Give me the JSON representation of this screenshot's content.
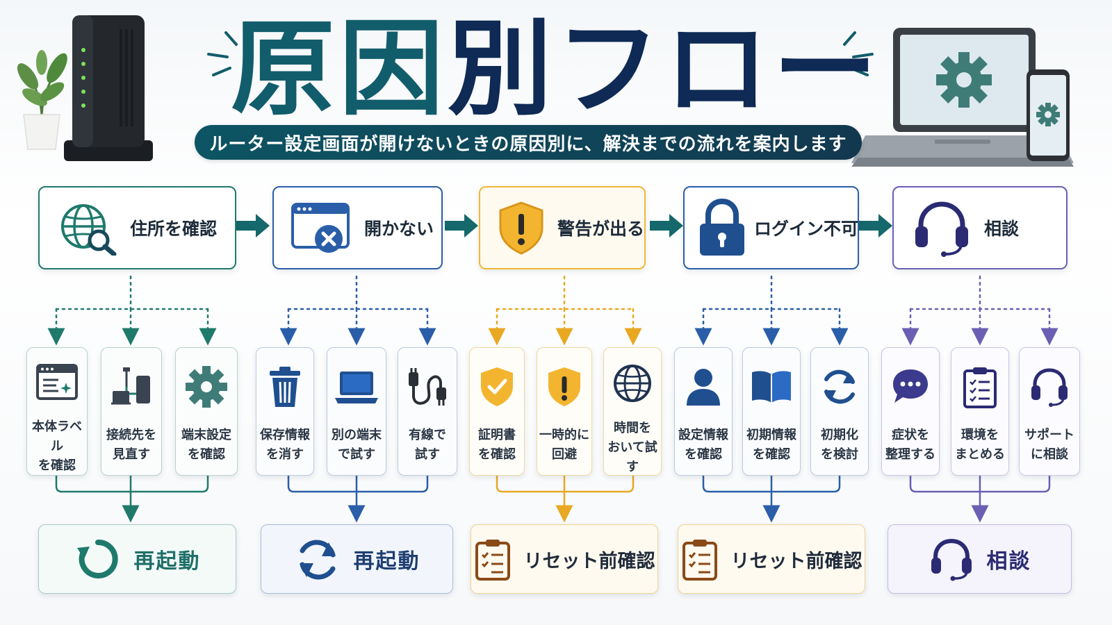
{
  "header": {
    "title_part1": "原因",
    "title_part2": "別フロー",
    "subtitle": "ルーター設定画面が開けないときの原因別に、解決までの流れを案内します"
  },
  "colors": {
    "teal": "#1f7a6c",
    "blue": "#2a5ea8",
    "gold": "#f0b838",
    "purple": "#6a5fb3",
    "navy": "#0e2a55"
  },
  "columns": [
    {
      "key": "teal",
      "top": {
        "label": "住所を確認",
        "icon": "globe-search-icon"
      },
      "subs": [
        {
          "label": "本体ラベル\nを確認",
          "icon": "label-window-icon"
        },
        {
          "label": "接続先を\n見直す",
          "icon": "router-cable-icon"
        },
        {
          "label": "端末設定\nを確認",
          "icon": "gear-icon"
        }
      ],
      "bottom": {
        "label": "再起動",
        "icon": "restart-icon"
      }
    },
    {
      "key": "blue",
      "top": {
        "label": "開かない",
        "icon": "browser-error-icon"
      },
      "subs": [
        {
          "label": "保存情報\nを消す",
          "icon": "trash-icon"
        },
        {
          "label": "別の端末\nで試す",
          "icon": "laptop-icon"
        },
        {
          "label": "有線で\n試す",
          "icon": "cable-plug-icon"
        }
      ],
      "bottom": {
        "label": "再起動",
        "icon": "refresh-icon"
      }
    },
    {
      "key": "gold",
      "top": {
        "label": "警告が出る",
        "icon": "warning-shield-icon"
      },
      "subs": [
        {
          "label": "証明書\nを確認",
          "icon": "shield-check-icon"
        },
        {
          "label": "一時的に\n回避",
          "icon": "shield-alert-icon"
        },
        {
          "label": "時間を\nおいて試す",
          "icon": "globe-icon"
        }
      ],
      "bottom": {
        "label": "リセット前確認",
        "icon": "checklist-icon"
      }
    },
    {
      "key": "navy",
      "top": {
        "label": "ログイン不可",
        "icon": "lock-icon"
      },
      "subs": [
        {
          "label": "設定情報\nを確認",
          "icon": "user-icon"
        },
        {
          "label": "初期情報\nを確認",
          "icon": "book-icon"
        },
        {
          "label": "初期化\nを検討",
          "icon": "sync-icon"
        }
      ],
      "bottom": {
        "label": "リセット前確認",
        "icon": "checklist-icon"
      }
    },
    {
      "key": "purp",
      "top": {
        "label": "相談",
        "icon": "headset-icon"
      },
      "subs": [
        {
          "label": "症状を\n整理する",
          "icon": "chat-bubble-icon"
        },
        {
          "label": "環境を\nまとめる",
          "icon": "clipboard-list-icon"
        },
        {
          "label": "サポート\nに相談",
          "icon": "headset-icon"
        }
      ],
      "bottom": {
        "label": "相談",
        "icon": "headset-icon"
      }
    }
  ]
}
